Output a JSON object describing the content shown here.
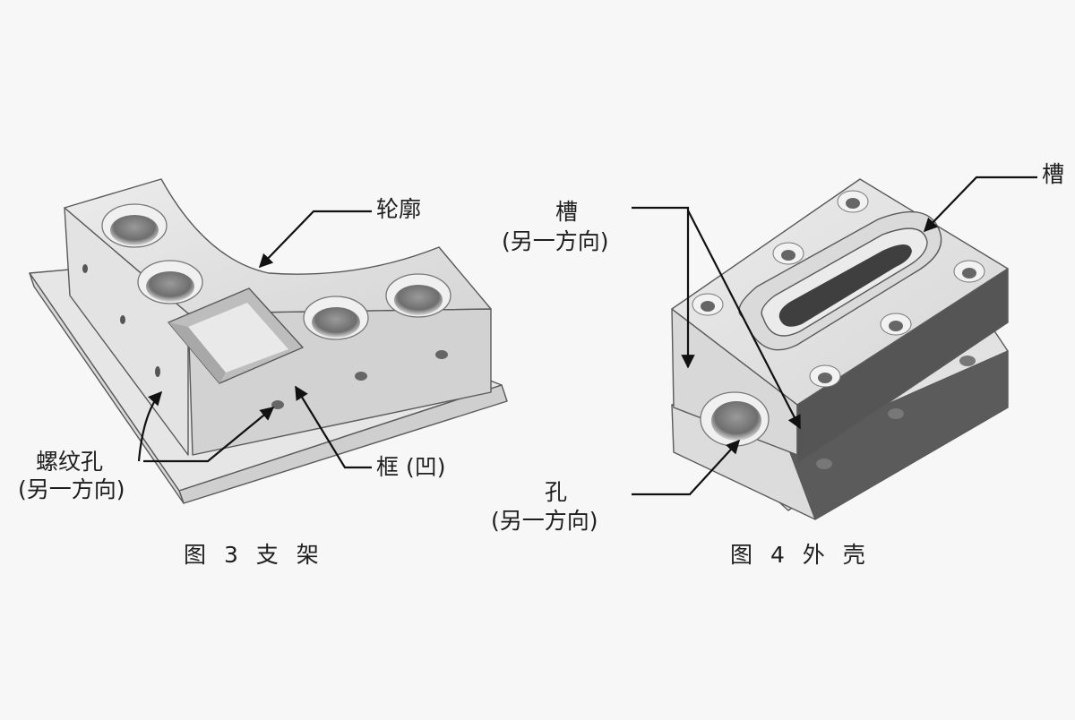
{
  "figure3": {
    "caption": "图 3 支 架",
    "labels": {
      "contour": "轮廓",
      "thread_hole": "螺纹孔",
      "thread_hole_note": "(另一方向)",
      "frame": "框 (凹)"
    }
  },
  "figure4": {
    "caption": "图 4 外 壳",
    "labels": {
      "slot_top": "槽",
      "slot_other": "槽",
      "slot_other_note": "(另一方向)",
      "hole": "孔",
      "hole_note": "(另一方向)"
    }
  },
  "colors": {
    "background": "#f7f7f7",
    "part_light": "#e4e4e4",
    "part_mid": "#c9c9c9",
    "part_dark": "#5a5a5a",
    "leader": "#111111"
  }
}
